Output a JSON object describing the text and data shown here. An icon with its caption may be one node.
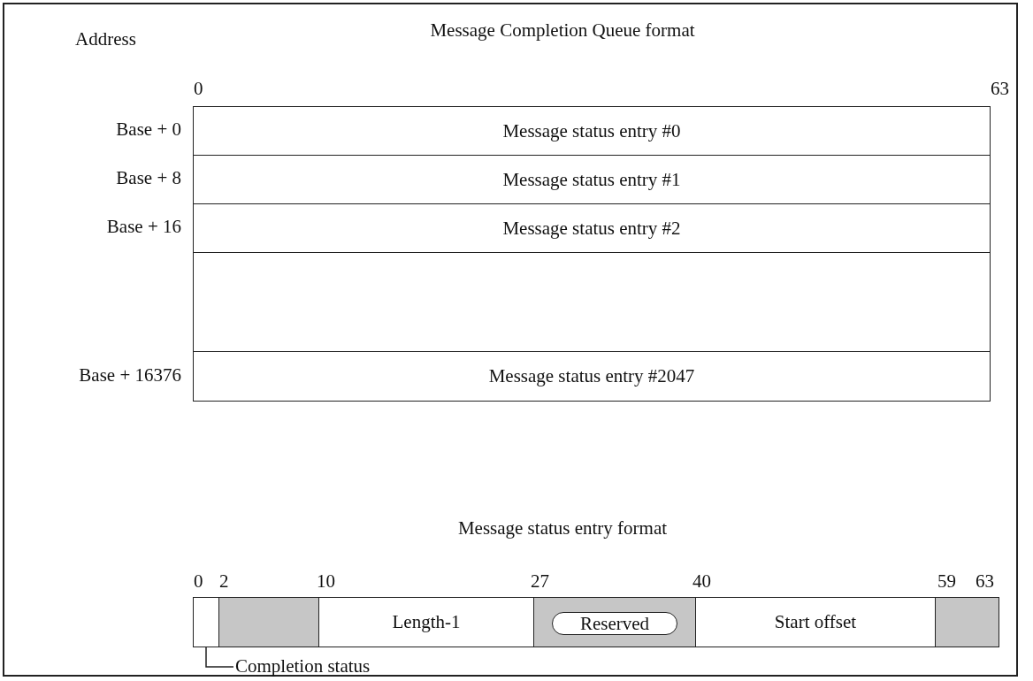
{
  "diagram": {
    "title": "Message Completion Queue format",
    "nodes": [
      {
        "text": [
          "Message status entry #0"
        ]
      },
      {
        "text": [
          "Message status entry #1"
        ]
      },
      {
        "text": [
          "Message status entry #2"
        ]
      },
      {
        "text": [],
        "shape": "box"
      },
      {
        "text": [
          "Message status entry #2047"
        ]
      },
      {
        "text": [],
        "shape": "box"
      },
      {
        "text": [],
        "shape": "box"
      },
      {
        "text": [
          "Length-1"
        ]
      },
      {
        "text": [],
        "shape": "box"
      },
      {
        "text": [
          "Reserved"
        ],
        "in": 8
      },
      {
        "text": [
          "Start offset"
        ]
      },
      {
        "text": [],
        "shape": "box"
      },
      {
        "text": [
          "Completion status"
        ]
      }
    ],
    "edges": [
      {
        "from": 12,
        "to": 5,
        "arrow": "none"
      }
    ],
    "labels": [
      "Address",
      "0",
      "63",
      "Base + 0",
      "Base + 8",
      "Base + 16",
      "Base + 16376",
      "Message status entry format",
      "0",
      "2",
      "10",
      "27",
      "40",
      "59",
      "63"
    ]
  }
}
